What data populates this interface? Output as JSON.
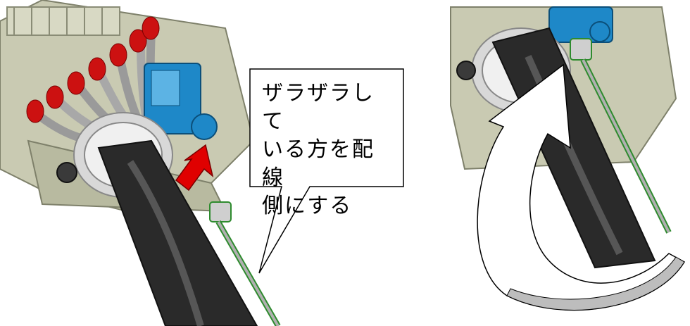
{
  "callout": {
    "text": "ザラザラして\nいる方を配線\n側にする"
  },
  "colors": {
    "panel_body": "#c9cab2",
    "panel_dark": "#9d9f86",
    "cable": "#2a2a2a",
    "cable_highlight": "#6a6a6a",
    "connector_blue": "#1e88c8",
    "wire_caps": "#cc1111",
    "push_arrow": "#e00000",
    "tie_green": "#2e8b2e",
    "grommet": "#d8d8d8"
  },
  "icons": {
    "push_arrow": "arrow-up-right-red",
    "rotate_arrow": "curved-arrow-rotate"
  }
}
